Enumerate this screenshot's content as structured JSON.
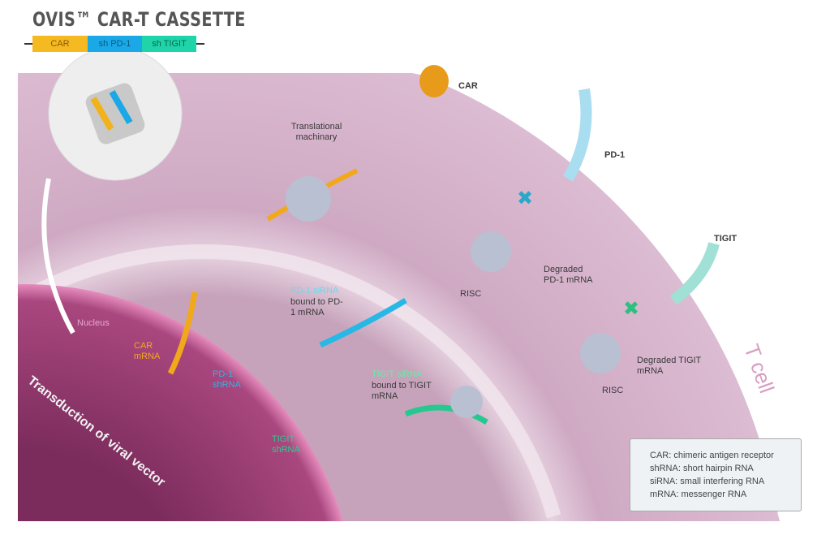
{
  "title": "OVIS™ CAR-T CASSETTE",
  "cassette": [
    "CAR",
    "sh PD-1",
    "sh TIGIT"
  ],
  "labels": {
    "translational": "Translational machinary",
    "car": "CAR",
    "pd1": "PD-1",
    "tigit": "TIGIT",
    "nucleus": "Nucleus",
    "car_mrna": "CAR mRNA",
    "pd1_shrna": "PD-1 shRNA",
    "tigit_shrna": "TIGIT shRNA",
    "pd1_sirna": "PD-1 siRNA",
    "pd1_bound": "bound to PD-1 mRNA",
    "tigit_sirna": "TIGIT siRNA",
    "tigit_bound": "bound to TIGIT mRNA",
    "risc1": "RISC",
    "risc2": "RISC",
    "deg_pd1": "Degraded PD-1 mRNA",
    "deg_tigit": "Degraded TIGIT mRNA",
    "transduction": "Transduction of viral vector",
    "tcell": "T cell"
  },
  "legend": [
    "CAR: chimeric antigen receptor",
    "shRNA: short hairpin RNA",
    "siRNA: small interfering RNA",
    "mRNA: messenger RNA"
  ]
}
